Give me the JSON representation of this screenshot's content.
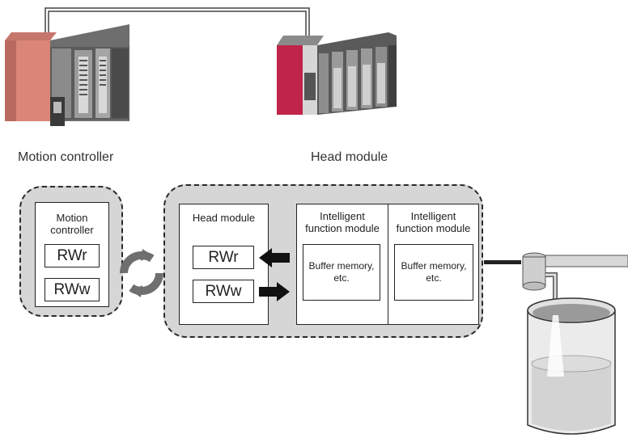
{
  "labels": {
    "motion_controller": "Motion controller",
    "head_module": "Head module"
  },
  "left_panel": {
    "title": "Motion\ncontroller",
    "rwr": "RWr",
    "rww": "RWw"
  },
  "right_panel": {
    "head_title": "Head module",
    "rwr": "RWr",
    "rww": "RWw",
    "intelligent_1_title": "Intelligent\nfunction module",
    "intelligent_1_buffer": "Buffer memory,\netc.",
    "intelligent_2_title": "Intelligent\nfunction module",
    "intelligent_2_buffer": "Buffer memory,\netc."
  },
  "icons": [
    "cable-line",
    "motion-controller-hardware",
    "head-module-hardware",
    "cyclic-refresh-icon",
    "arrow-left-icon",
    "arrow-right-icon",
    "valve-icon",
    "tank-icon"
  ]
}
